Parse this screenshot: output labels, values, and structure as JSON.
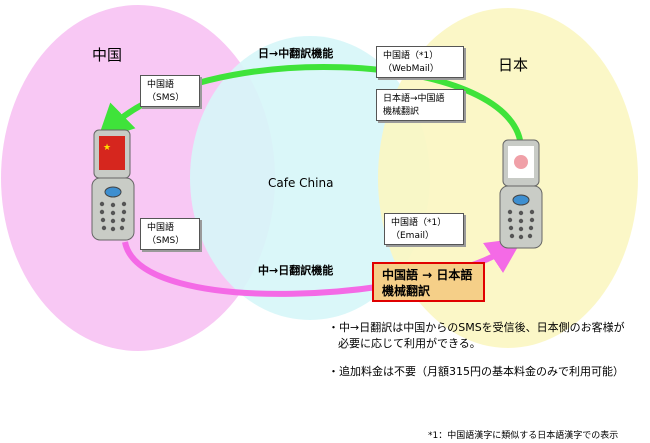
{
  "regions": {
    "china": "中国",
    "japan": "日本",
    "center": "Cafe China"
  },
  "top_flow": {
    "function_label": "日→中翻訳機能",
    "china_box": {
      "line1": "中国語",
      "line2": "（SMS）"
    },
    "japan_box1": {
      "line1": "中国語（*1）",
      "line2": "（WebMail）"
    },
    "japan_box2": {
      "line1": "日本語→中国語",
      "line2": "機械翻訳"
    }
  },
  "bottom_flow": {
    "function_label": "中→日翻訳機能",
    "china_box": {
      "line1": "中国語",
      "line2": "（SMS）"
    },
    "japan_box": {
      "line1": "中国語（*1）",
      "line2": "（Email）"
    },
    "highlight_box": {
      "line1": "中国語 → 日本語",
      "line2": "機械翻訳"
    }
  },
  "notes": {
    "bullet1_line1": "・中→日翻訳は中国からのSMSを受信後、日本側のお客様が",
    "bullet1_line2": "必要に応じて利用ができる。",
    "bullet2": "・追加料金は不要（月額315円の基本料金のみで利用可能）"
  },
  "footnote": "*1：中国語漢字に類似する日本語漢字での表示",
  "colors": {
    "china_circle": "#f8c8f4",
    "japan_circle": "#fbf6c2",
    "center_circle": "#d6f6f8",
    "green_arrow": "#3fe33a",
    "pink_arrow": "#f46ae6",
    "highlight_fill": "#f5cf88",
    "highlight_border": "#e00000"
  }
}
